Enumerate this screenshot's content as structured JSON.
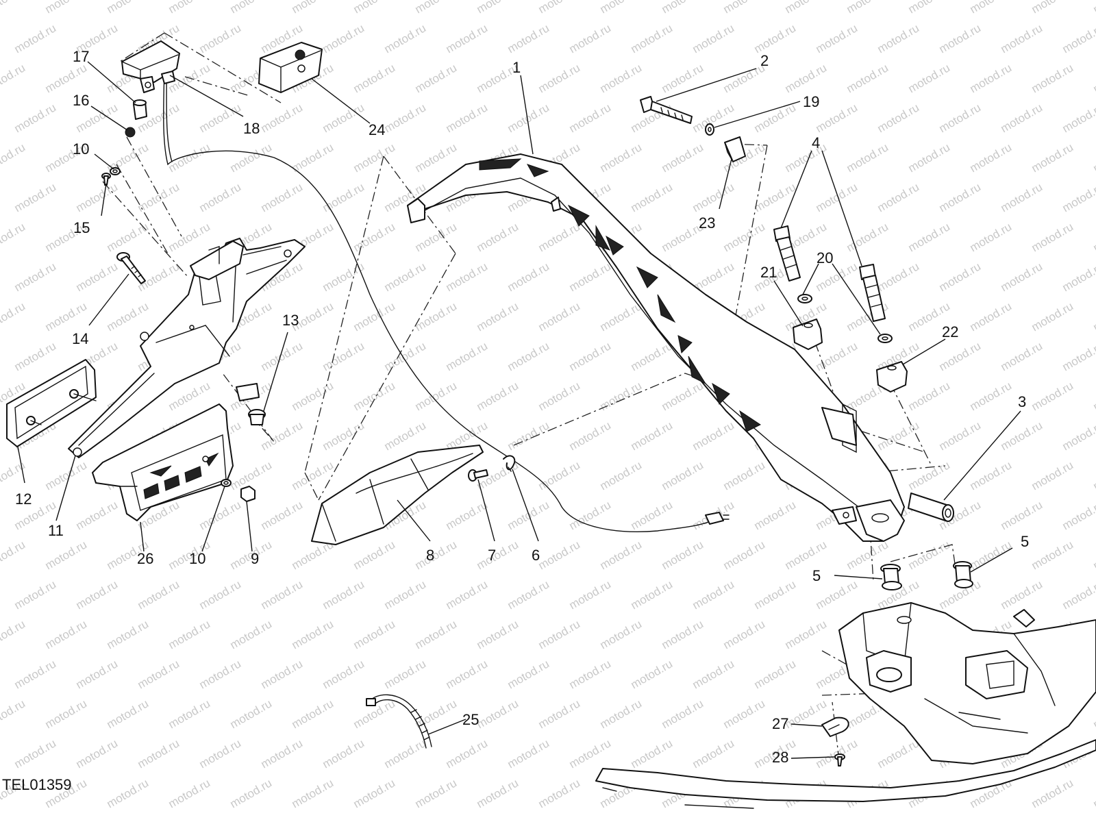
{
  "drawing_code": "TEL01359",
  "watermark": "motod.ru",
  "callouts": [
    {
      "id": "1",
      "label": "1"
    },
    {
      "id": "2",
      "label": "2"
    },
    {
      "id": "3",
      "label": "3"
    },
    {
      "id": "4",
      "label": "4"
    },
    {
      "id": "5a",
      "label": "5"
    },
    {
      "id": "5b",
      "label": "5"
    },
    {
      "id": "6",
      "label": "6"
    },
    {
      "id": "7",
      "label": "7"
    },
    {
      "id": "8",
      "label": "8"
    },
    {
      "id": "9",
      "label": "9"
    },
    {
      "id": "10a",
      "label": "10"
    },
    {
      "id": "10b",
      "label": "10"
    },
    {
      "id": "11",
      "label": "11"
    },
    {
      "id": "12",
      "label": "12"
    },
    {
      "id": "13",
      "label": "13"
    },
    {
      "id": "14",
      "label": "14"
    },
    {
      "id": "15",
      "label": "15"
    },
    {
      "id": "16",
      "label": "16"
    },
    {
      "id": "17",
      "label": "17"
    },
    {
      "id": "18",
      "label": "18"
    },
    {
      "id": "19",
      "label": "19"
    },
    {
      "id": "20",
      "label": "20"
    },
    {
      "id": "21",
      "label": "21"
    },
    {
      "id": "22",
      "label": "22"
    },
    {
      "id": "23",
      "label": "23"
    },
    {
      "id": "24",
      "label": "24"
    },
    {
      "id": "25",
      "label": "25"
    },
    {
      "id": "26",
      "label": "26"
    },
    {
      "id": "27",
      "label": "27"
    },
    {
      "id": "28",
      "label": "28"
    }
  ]
}
